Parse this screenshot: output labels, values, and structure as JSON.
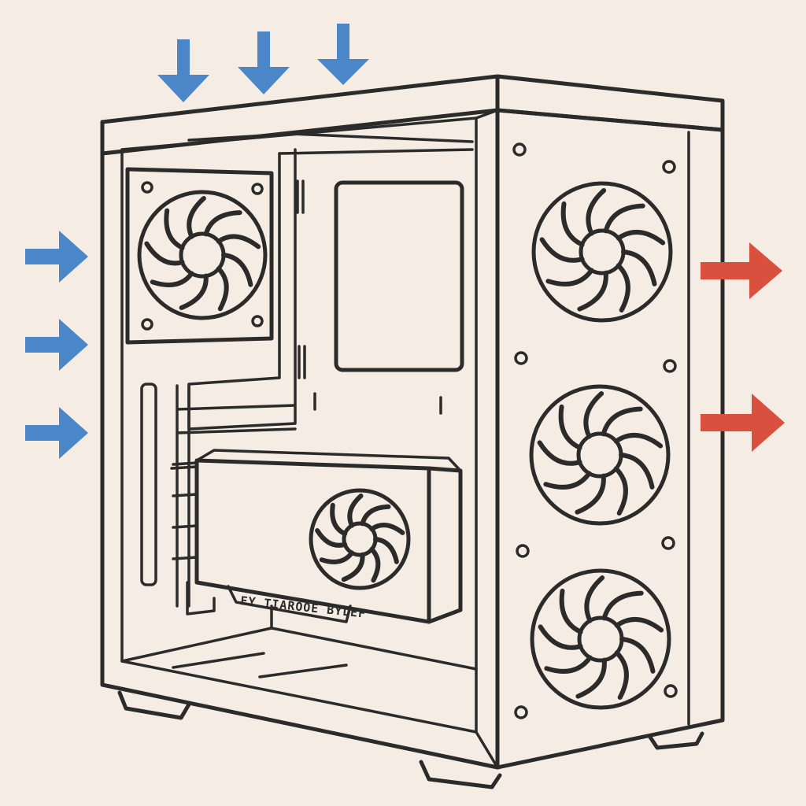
{
  "colors": {
    "background": "#f5ede3",
    "outline": "#2b2b2b",
    "intake_arrow": "#4a86c8",
    "exhaust_arrow": "#d9503f"
  },
  "airflow": {
    "top_intake_count": 3,
    "side_intake_count": 3,
    "exhaust_count": 2,
    "intake_icon": "arrow-in-icon",
    "exhaust_icon": "arrow-out-icon"
  },
  "case": {
    "front_fan_count": 3,
    "rear_fan_count": 1,
    "gpu_fan_count": 1,
    "gpu_label": "EY TIAROOE BYLEF"
  }
}
